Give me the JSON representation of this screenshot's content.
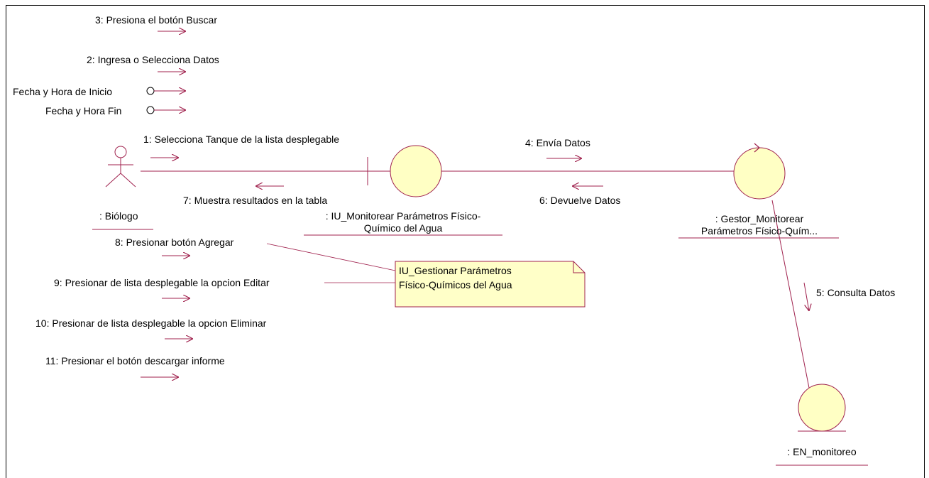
{
  "colors": {
    "line": "#a0224e",
    "object_fill": "#ffffc4",
    "note_fill": "#ffffc8",
    "note_border": "#a0224e",
    "text": "#000000"
  },
  "actor": {
    "name": ": Biólogo"
  },
  "objects": {
    "boundary": {
      "name_line1": ": IU_Monitorear Parámetros Físico-",
      "name_line2": "Químico del Agua"
    },
    "control": {
      "name_line1": ": Gestor_Monitorear",
      "name_line2": "Parámetros Físico-Quím..."
    },
    "entity": {
      "name": ": EN_monitoreo"
    }
  },
  "messages": {
    "m1": "1: Selecciona Tanque de la lista desplegable",
    "m2": "2: Ingresa o Selecciona Datos",
    "m3": "3: Presiona el botón Buscar",
    "m4": "4: Envía Datos",
    "m5": "5: Consulta Datos",
    "m6": "6: Devuelve Datos",
    "m7": "7: Muestra resultados en la tabla",
    "m8": "8: Presionar botón Agregar",
    "m9": "9: Presionar de lista desplegable la opcion Editar",
    "m10": "10: Presionar de lista desplegable la opcion Eliminar",
    "m11": "11: Presionar el botón descargar informe"
  },
  "data_flows": {
    "start": "Fecha y Hora de Inicio",
    "end": "Fecha y Hora Fin"
  },
  "note": {
    "line1": "IU_Gestionar Parámetros",
    "line2": "Físico-Químicos del Agua"
  }
}
